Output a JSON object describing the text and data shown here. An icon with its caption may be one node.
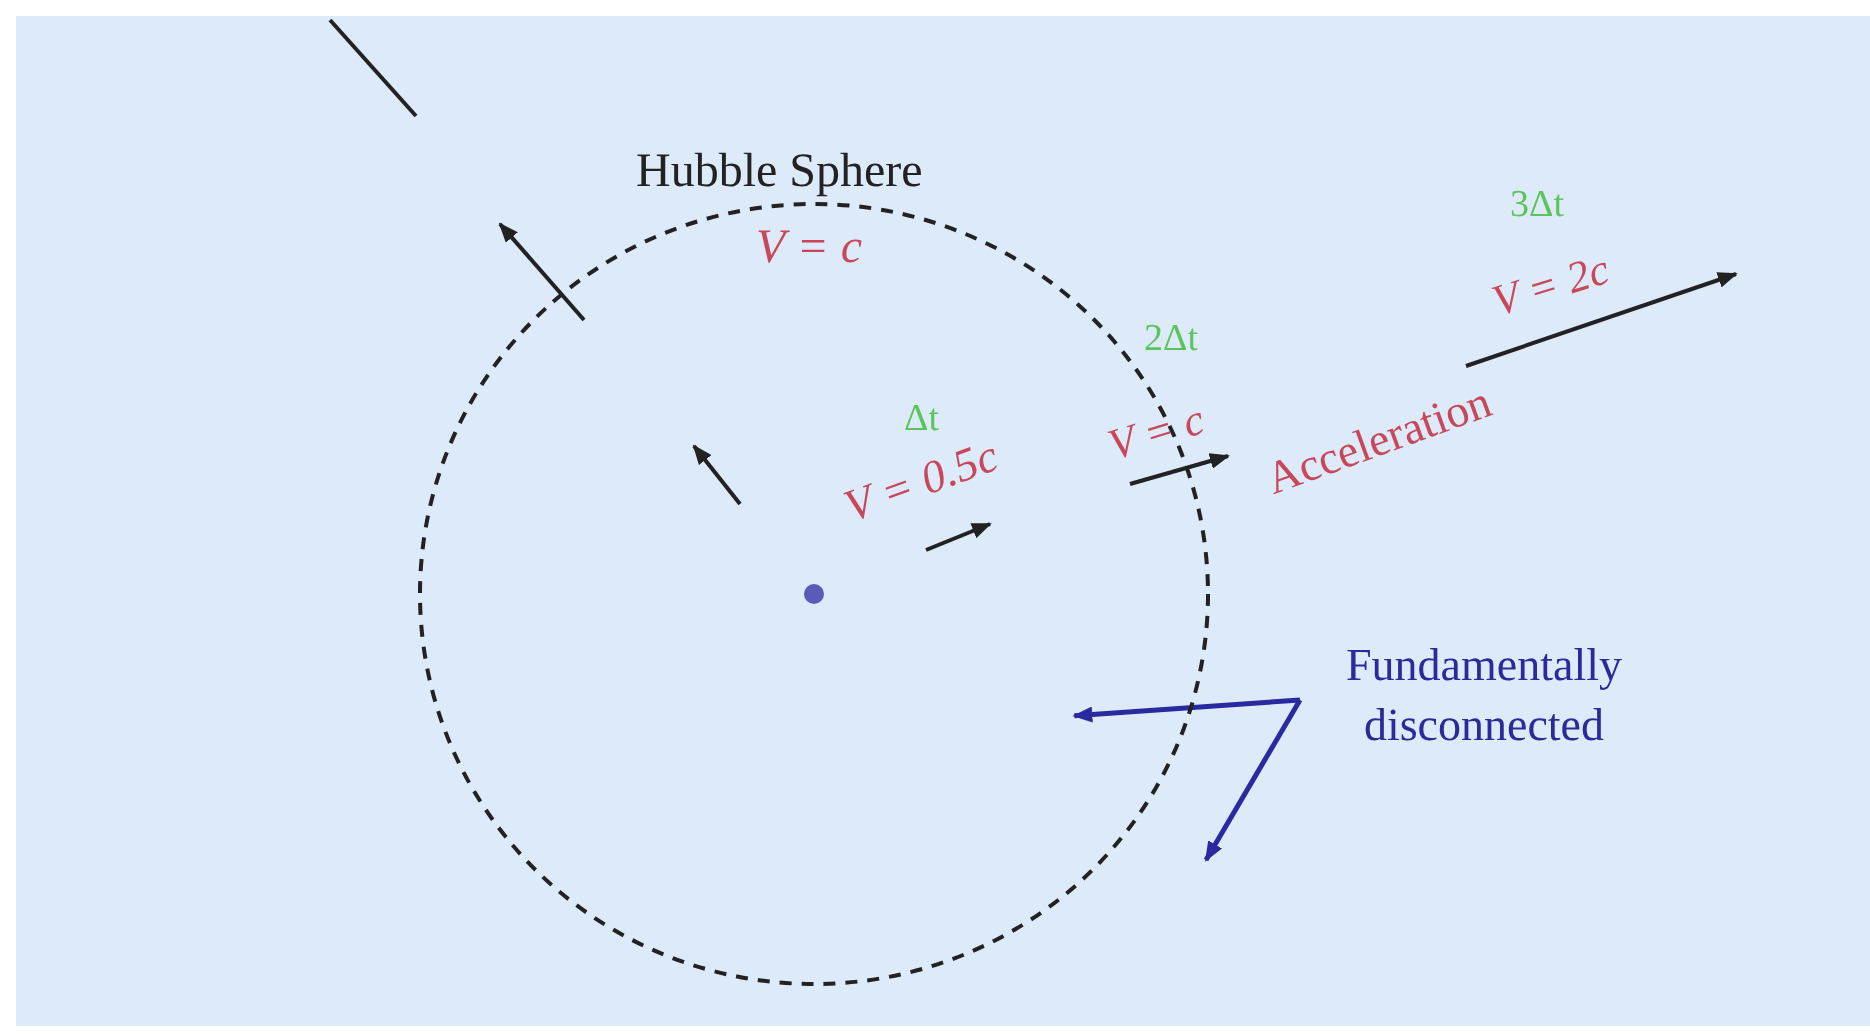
{
  "diagram": {
    "nodes": [
      {
        "text": [
          "Hubble Sphere"
        ]
      },
      {
        "text": [
          "Fundamentally disconnected"
        ]
      }
    ],
    "edges": [
      {
        "from": 1,
        "to": 0,
        "arrow": "to"
      },
      {
        "from": 1,
        "to": null,
        "arrow": "to"
      }
    ],
    "labels": [
      "3Δt",
      "V = c",
      "V = 2c",
      "2Δt",
      "Δt",
      "V = c",
      "Acceleration",
      "V = 0.5c"
    ]
  }
}
